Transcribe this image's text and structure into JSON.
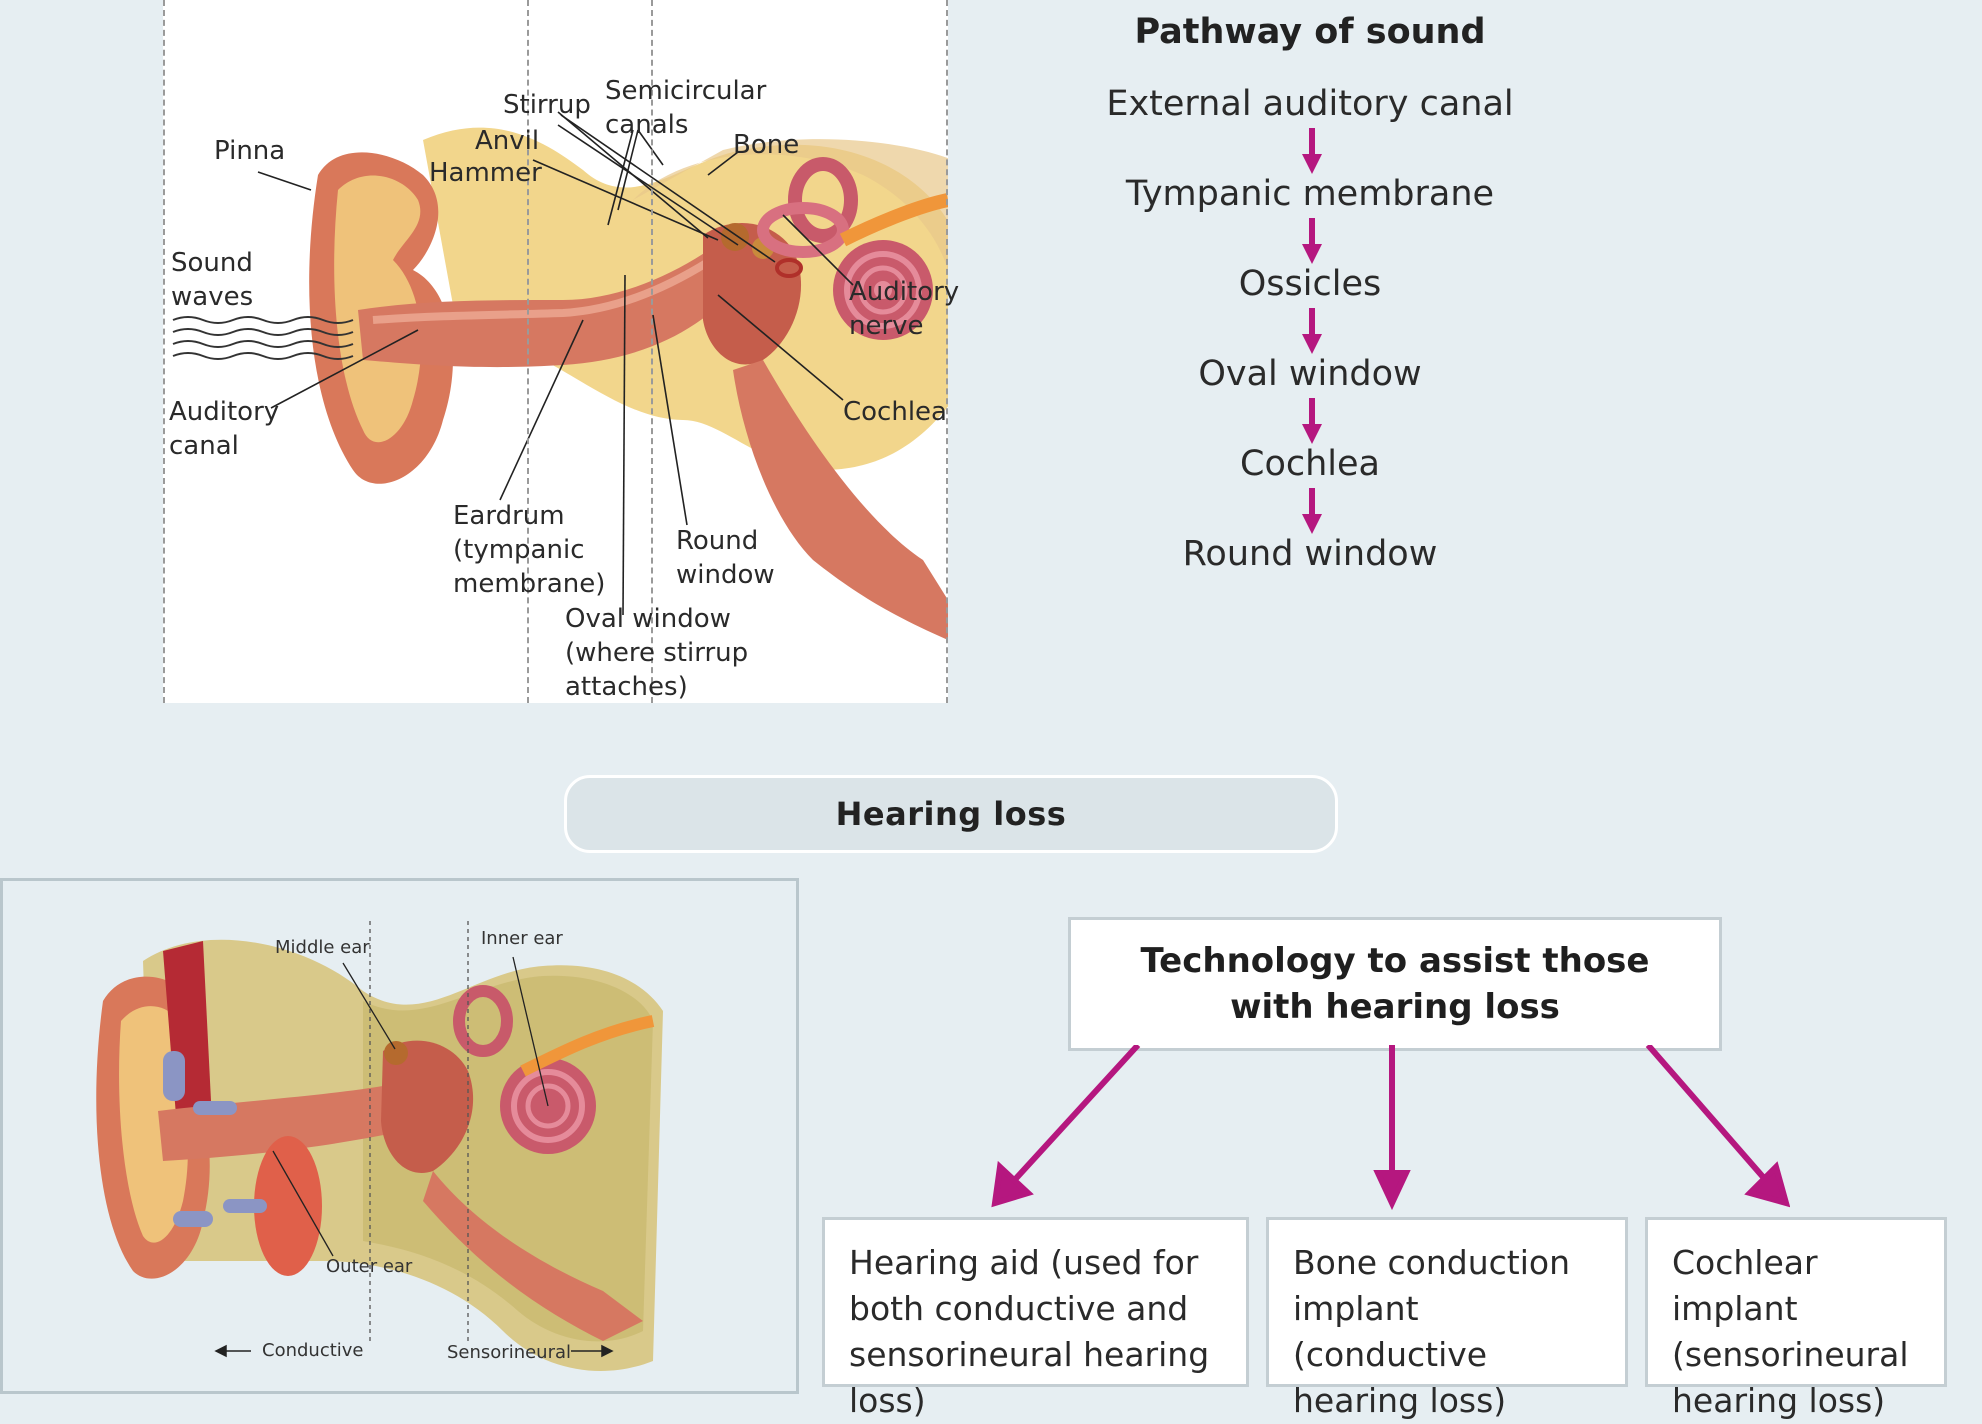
{
  "top_diagram": {
    "labels": {
      "pinna": "Pinna",
      "sound_waves": [
        "Sound",
        "waves"
      ],
      "auditory_canal": [
        "Auditory",
        "canal"
      ],
      "stirrup": "Stirrup",
      "anvil": "Anvil",
      "hammer": "Hammer",
      "semicircular_canals": [
        "Semicircular",
        "canals"
      ],
      "bone": "Bone",
      "auditory_nerve": [
        "Auditory",
        "nerve"
      ],
      "cochlea": "Cochlea",
      "eardrum": [
        "Eardrum",
        "(tympanic",
        "membrane)"
      ],
      "round_window": [
        "Round",
        "window"
      ],
      "oval_window": [
        "Oval window",
        "(where stirrup",
        "attaches)"
      ]
    }
  },
  "pathway": {
    "title": "Pathway of sound",
    "steps": [
      "External auditory canal",
      "Tympanic membrane",
      "Ossicles",
      "Oval window",
      "Cochlea",
      "Round window"
    ]
  },
  "hearing_loss": {
    "title": "Hearing loss"
  },
  "bottom_diagram": {
    "labels": {
      "middle_ear": "Middle ear",
      "inner_ear": "Inner ear",
      "outer_ear": "Outer ear",
      "conductive": "Conductive",
      "sensorineural": "Sensorineural"
    }
  },
  "technology": {
    "title_lines": [
      "Technology to assist those",
      "with hearing loss"
    ],
    "items": [
      {
        "lines": [
          "Hearing aid (used for",
          "both conductive and",
          "sensorineural hearing loss)"
        ]
      },
      {
        "lines": [
          "Bone conduction",
          "implant (conductive",
          "hearing loss)"
        ]
      },
      {
        "lines": [
          "Cochlear implant",
          "(sensorineural",
          "hearing loss)"
        ]
      }
    ]
  },
  "colors": {
    "arrow": "#b5177f",
    "background": "#e6eef2",
    "box_border": "#c4ced3"
  }
}
